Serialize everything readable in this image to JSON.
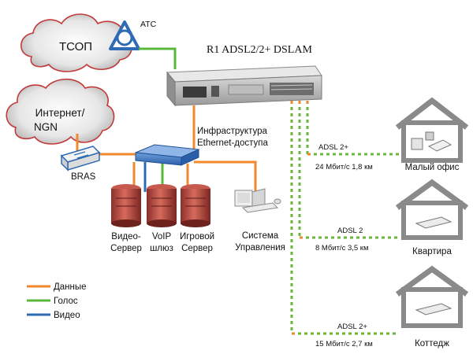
{
  "clouds": {
    "pstn": "ТСОП",
    "internet_line1": "Интернет/",
    "internet_line2": "NGN"
  },
  "exchange_label": "АТС",
  "dslam_title": "R1 ADSL2/2+ DSLAM",
  "infrastructure_line1": "Инфраструктура",
  "infrastructure_line2": "Ethernet-доступа",
  "bras_label": "BRAS",
  "servers": {
    "video_line1": "Видео-",
    "video_line2": "Сервер",
    "voip_line1": "VoIP",
    "voip_line2": "шлюз",
    "game_line1": "Игровой",
    "game_line2": "Сервер"
  },
  "management_line1": "Система",
  "management_line2": "Управления",
  "legend": {
    "data": "Данные",
    "voice": "Голос",
    "video": "Видео"
  },
  "links": [
    {
      "tech": "ADSL 2+",
      "speed": "24 Мбит/с  1,8 км",
      "site": "Малый офис"
    },
    {
      "tech": "ADSL 2",
      "speed": "8 Мбит/с  3,5 км",
      "site": "Квартира"
    },
    {
      "tech": "ADSL 2+",
      "speed": "15 Мбит/с  2,7 км",
      "site": "Коттедж"
    }
  ],
  "colors": {
    "data": "#f08a2c",
    "voice": "#5ab83c",
    "video": "#2f6bb5",
    "dsl_a": "#e88a30",
    "dsl_b": "#6cb33e"
  }
}
